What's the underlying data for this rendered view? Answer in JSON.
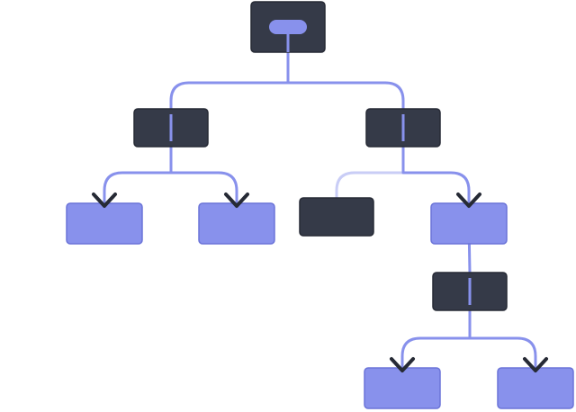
{
  "diagram": {
    "kind": "component-tree",
    "colors": {
      "background": "#ffffff",
      "dark_node_fill": "#353a48",
      "dark_node_stroke": "#262a35",
      "light_node_fill": "#8891ec",
      "light_node_stroke": "#6b74d8",
      "connector": "#8891ec",
      "faded_connector": "#c9cdf6",
      "arrow": "#262a35",
      "pill": "#8891ec"
    },
    "nodes": [
      {
        "id": "root",
        "style": "dark",
        "marker": "pill"
      },
      {
        "id": "parent-left",
        "style": "dark",
        "marker": "line"
      },
      {
        "id": "parent-right",
        "style": "dark",
        "marker": "line"
      },
      {
        "id": "leaf-a",
        "style": "light",
        "marker": "none"
      },
      {
        "id": "leaf-b",
        "style": "light",
        "marker": "none"
      },
      {
        "id": "leaf-c",
        "style": "dark",
        "marker": "none"
      },
      {
        "id": "child-d",
        "style": "light",
        "marker": "none"
      },
      {
        "id": "parent-d",
        "style": "dark",
        "marker": "line"
      },
      {
        "id": "leaf-e",
        "style": "light",
        "marker": "none"
      },
      {
        "id": "leaf-f",
        "style": "light",
        "marker": "none"
      }
    ],
    "edges": [
      {
        "from": "root",
        "to": "parent-left",
        "faded": false,
        "arrow": false
      },
      {
        "from": "root",
        "to": "parent-right",
        "faded": false,
        "arrow": false
      },
      {
        "from": "parent-left",
        "to": "leaf-a",
        "faded": false,
        "arrow": true
      },
      {
        "from": "parent-left",
        "to": "leaf-b",
        "faded": false,
        "arrow": true
      },
      {
        "from": "parent-right",
        "to": "leaf-c",
        "faded": true,
        "arrow": false
      },
      {
        "from": "parent-right",
        "to": "child-d",
        "faded": false,
        "arrow": true
      },
      {
        "from": "child-d",
        "to": "parent-d",
        "faded": false,
        "arrow": false
      },
      {
        "from": "parent-d",
        "to": "leaf-e",
        "faded": false,
        "arrow": true
      },
      {
        "from": "parent-d",
        "to": "leaf-f",
        "faded": false,
        "arrow": true
      }
    ]
  }
}
